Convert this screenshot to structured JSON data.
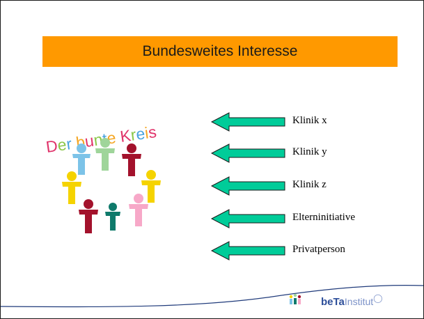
{
  "slide": {
    "title": "Bundesweites Interesse"
  },
  "logo": {
    "text": "Der bunte Kreis",
    "figure_colors": [
      "#f5d300",
      "#9fd59a",
      "#7cc3e8",
      "#a3122c",
      "#f5d300",
      "#f7a8c8",
      "#0f7a6b",
      "#a3122c",
      "#f5d300"
    ]
  },
  "list": {
    "items": [
      {
        "label": "Klinik x"
      },
      {
        "label": "Klinik y"
      },
      {
        "label": "Klinik z"
      },
      {
        "label": "Elterninitiative"
      },
      {
        "label": "Privatperson"
      }
    ],
    "arrow_color": "#00cc99"
  },
  "footer": {
    "brand_bold": "beTa",
    "brand_rest": "Institut"
  },
  "colors": {
    "title_bar": "#ff9900",
    "footer_curve": "#1f3a7a"
  }
}
